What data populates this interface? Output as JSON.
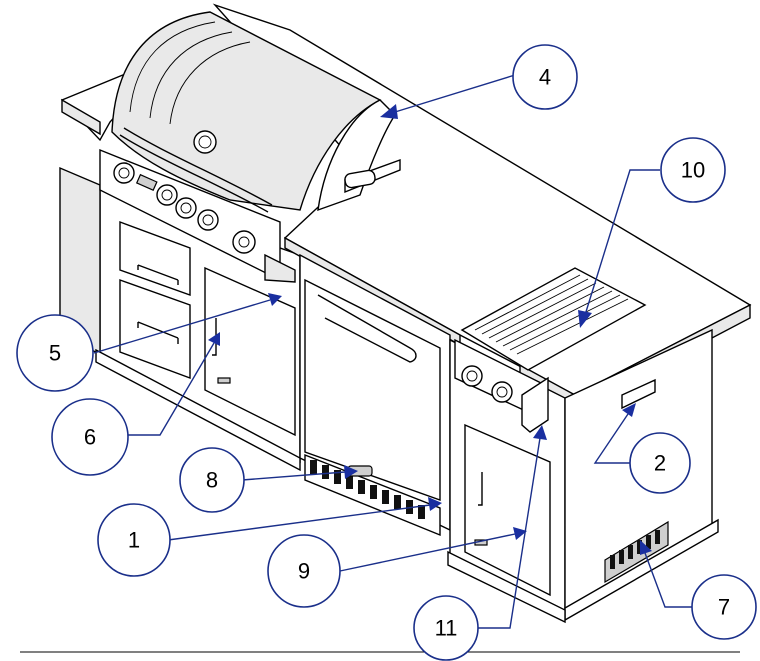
{
  "callouts": [
    {
      "id": "1",
      "label": "1"
    },
    {
      "id": "2",
      "label": "2"
    },
    {
      "id": "4",
      "label": "4"
    },
    {
      "id": "5",
      "label": "5"
    },
    {
      "id": "6",
      "label": "6"
    },
    {
      "id": "7",
      "label": "7"
    },
    {
      "id": "8",
      "label": "8"
    },
    {
      "id": "9",
      "label": "9"
    },
    {
      "id": "10",
      "label": "10"
    },
    {
      "id": "11",
      "label": "11"
    }
  ],
  "colors": {
    "callout_stroke": "#1a2f8a",
    "arrow_fill": "#1a2fa0",
    "line": "#000000",
    "background": "#ffffff"
  }
}
